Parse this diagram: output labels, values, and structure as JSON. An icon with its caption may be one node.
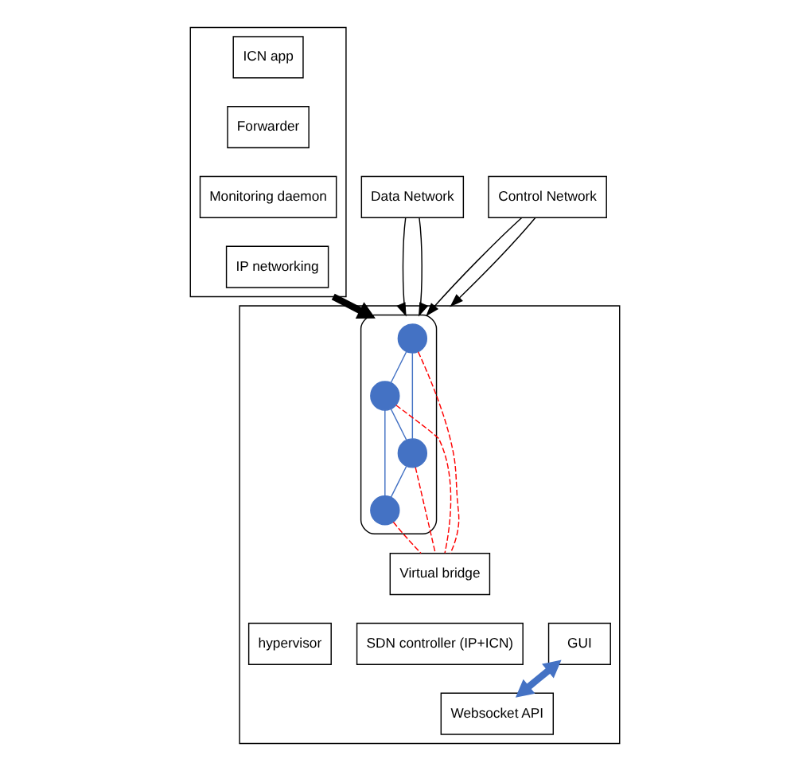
{
  "diagram": {
    "nodes": [
      {
        "text": [],
        "shape": "box"
      },
      {
        "text": [
          "ICN app"
        ],
        "in": 0
      },
      {
        "text": [
          "Forwarder"
        ],
        "in": 0
      },
      {
        "text": [
          "Monitoring daemon"
        ],
        "in": 0
      },
      {
        "text": [
          "IP networking"
        ],
        "in": 0
      },
      {
        "text": [],
        "shape": "box"
      },
      {
        "text": [],
        "shape": "cloud",
        "in": 5
      },
      {
        "text": [],
        "shape": "circle",
        "in": 6
      },
      {
        "text": [],
        "shape": "circle",
        "in": 6
      },
      {
        "text": [],
        "shape": "circle",
        "in": 6
      },
      {
        "text": [],
        "shape": "circle",
        "in": 6
      },
      {
        "text": [
          "Virtual bridge"
        ],
        "in": 5
      },
      {
        "text": [
          "hypervisor"
        ],
        "in": 5
      },
      {
        "text": [
          "SDN controller (IP+ICN)"
        ],
        "in": 5
      },
      {
        "text": [
          "GUI"
        ],
        "in": 5
      },
      {
        "text": [
          "Websocket API"
        ],
        "in": 5
      },
      {
        "text": [
          "Data Network"
        ]
      },
      {
        "text": [
          "Control Network"
        ]
      }
    ],
    "edges": [
      {
        "from": 0,
        "to": 6,
        "arrow": "to",
        "style": "thick",
        "color": "#000000"
      },
      {
        "from": 7,
        "to": 8,
        "arrow": "none",
        "color": "#4472c4"
      },
      {
        "from": 7,
        "to": 9,
        "arrow": "none",
        "color": "#4472c4"
      },
      {
        "from": 8,
        "to": 10,
        "arrow": "none",
        "color": "#4472c4"
      },
      {
        "from": 8,
        "to": 9,
        "arrow": "none",
        "color": "#4472c4"
      },
      {
        "from": 9,
        "to": 10,
        "arrow": "none",
        "color": "#4472c4"
      },
      {
        "from": 7,
        "to": 11,
        "arrow": "none",
        "style": "dashed",
        "color": "#ff0000"
      },
      {
        "from": 8,
        "to": 11,
        "arrow": "none",
        "style": "dashed",
        "color": "#ff0000"
      },
      {
        "from": 9,
        "to": 11,
        "arrow": "none",
        "style": "dashed",
        "color": "#ff0000"
      },
      {
        "from": 10,
        "to": 11,
        "arrow": "none",
        "style": "dashed",
        "color": "#ff0000"
      },
      {
        "from": 16,
        "to": 6,
        "arrow": "to",
        "color": "#000000"
      },
      {
        "from": 16,
        "to": 6,
        "arrow": "to",
        "color": "#000000"
      },
      {
        "from": 17,
        "to": 6,
        "arrow": "to",
        "color": "#000000"
      },
      {
        "from": 17,
        "to": 5,
        "arrow": "to",
        "color": "#000000"
      },
      {
        "from": 14,
        "to": 15,
        "arrow": "both",
        "style": "thick",
        "color": "#4472c4"
      }
    ]
  }
}
